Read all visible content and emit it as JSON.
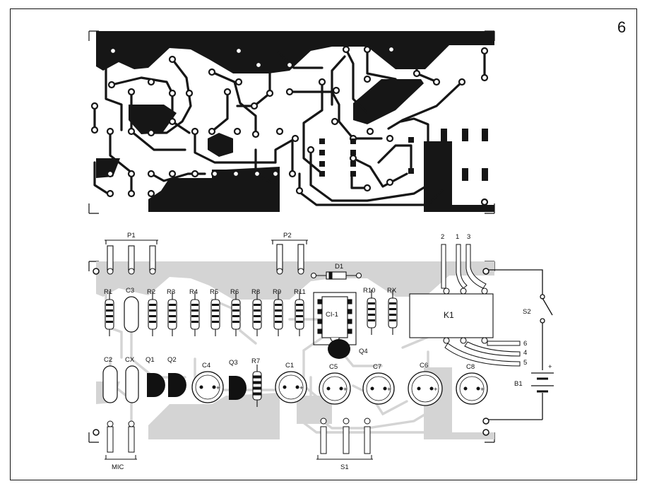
{
  "figure_number": "6",
  "copper_side": {
    "title": ""
  },
  "component_side": {
    "potentiometers": [
      "P1",
      "P2"
    ],
    "resistors": [
      "R1",
      "R2",
      "R3",
      "R4",
      "R5",
      "R6",
      "R8",
      "R9",
      "R11",
      "R7",
      "R10",
      "RX"
    ],
    "capacitors": [
      "C3",
      "C2",
      "CX",
      "C4",
      "C1",
      "C5",
      "C7",
      "C6",
      "C8"
    ],
    "transistors": [
      "Q1",
      "Q2",
      "Q3",
      "Q4"
    ],
    "diode": "D1",
    "ic": "CI-1",
    "relay": "K1",
    "switch": "S2",
    "battery": "B1",
    "battery_polarity": "+",
    "relay_top_terminals": [
      "2",
      "1",
      "3"
    ],
    "relay_side_terminals": [
      "6",
      "4",
      "5"
    ],
    "mic": "MIC",
    "selector": "S1"
  }
}
